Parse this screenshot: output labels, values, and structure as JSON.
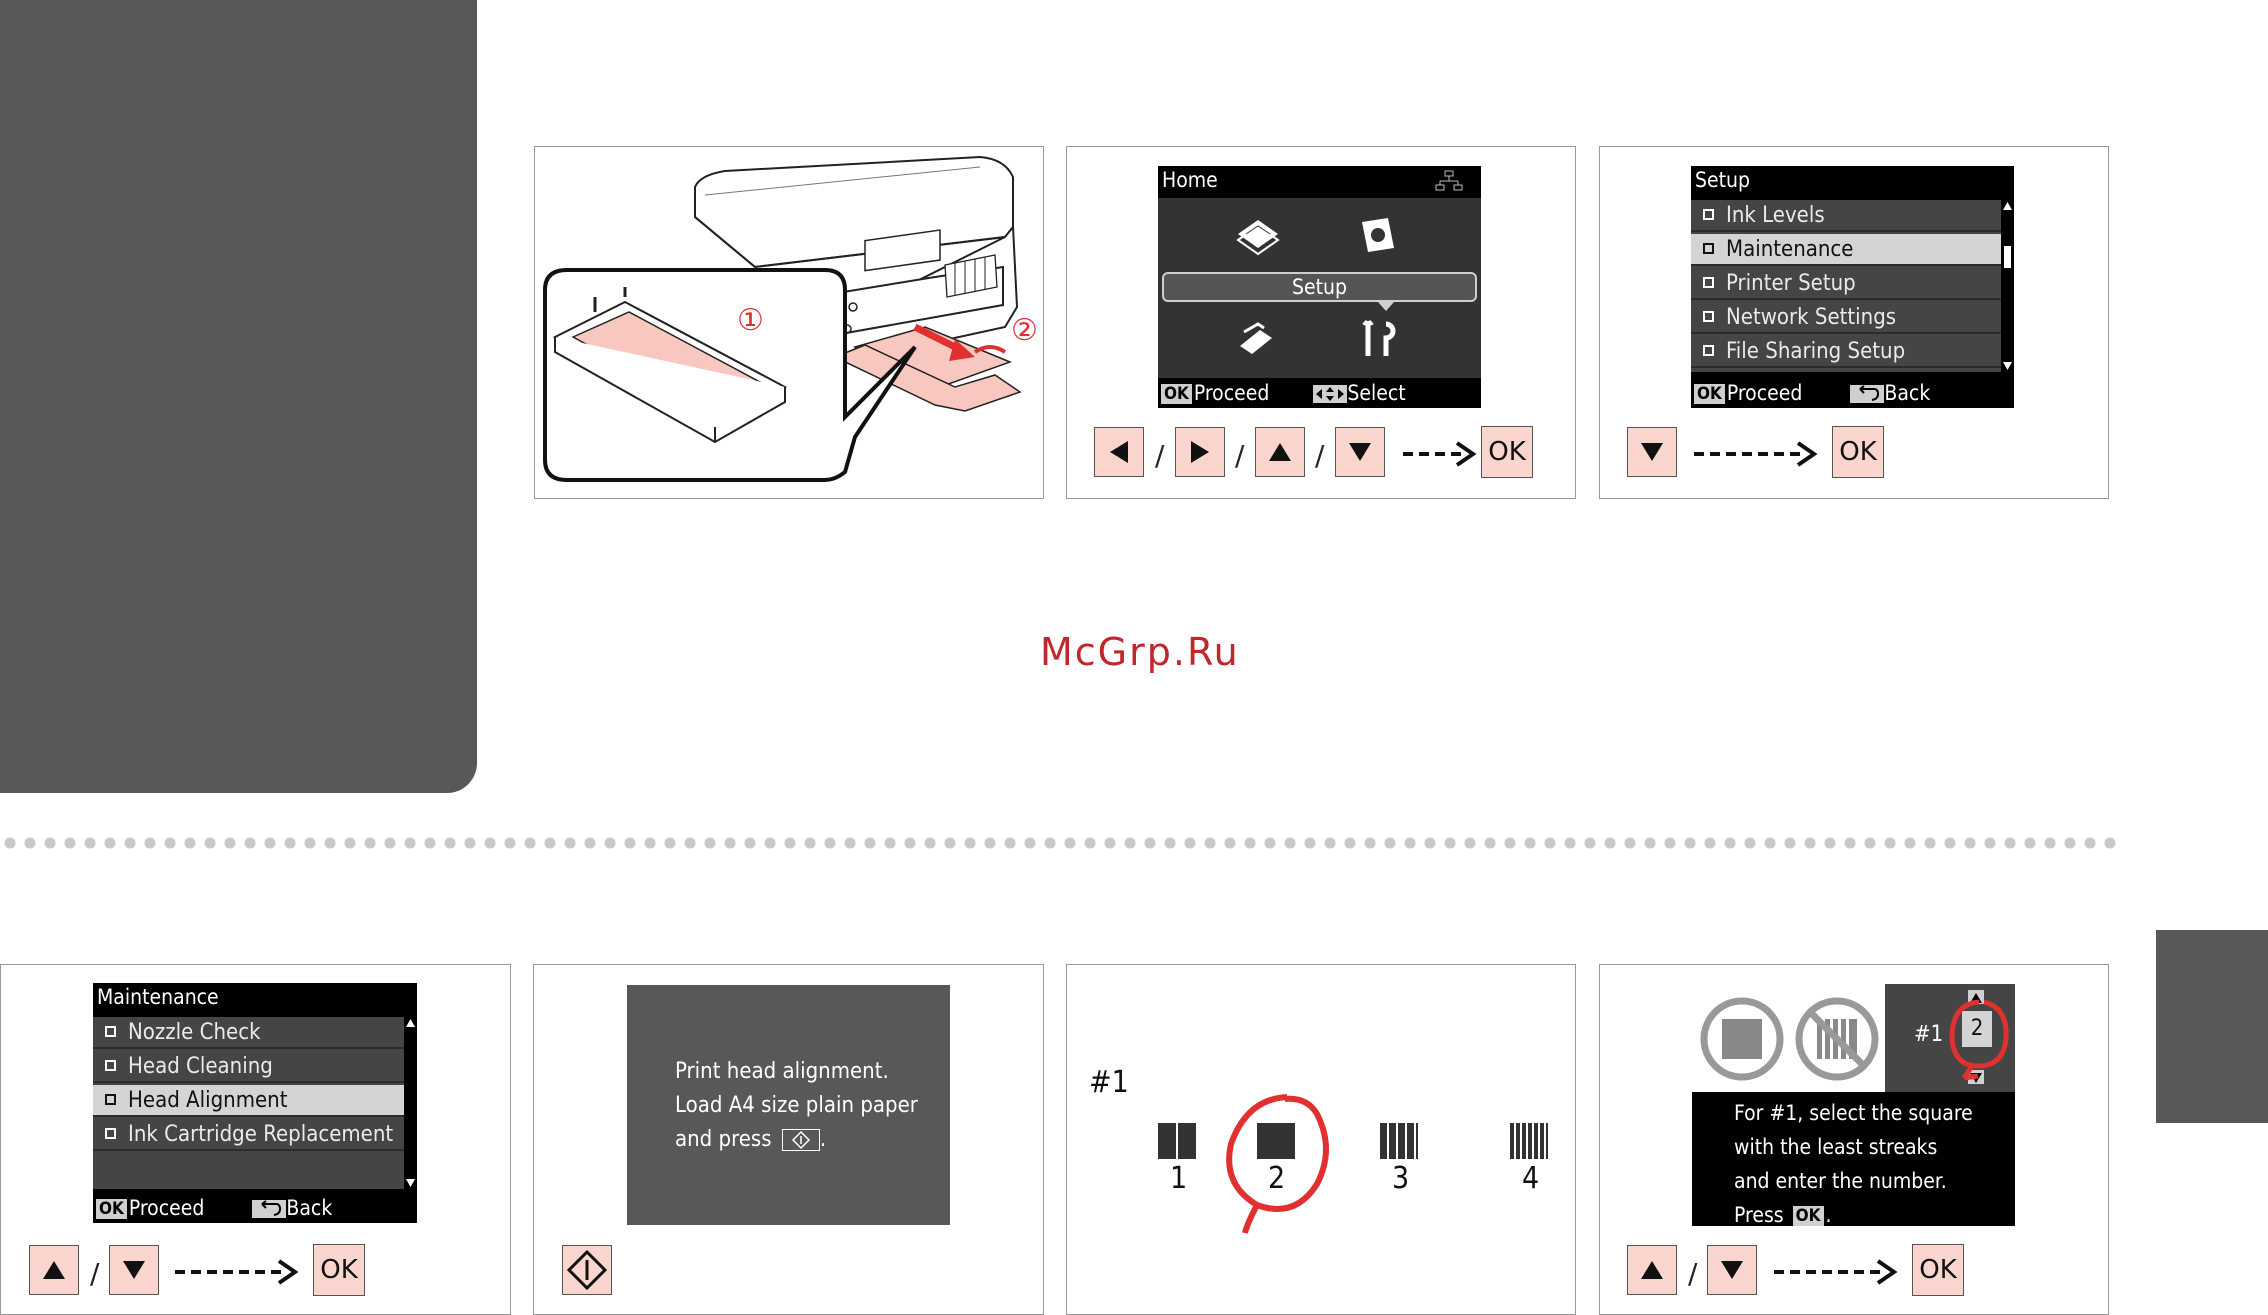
{
  "watermark": "McGrp.Ru",
  "callouts": {
    "one": "①",
    "two": "②"
  },
  "home_screen": {
    "title": "Home",
    "selected": "Setup",
    "footer_proceed": "Proceed",
    "footer_select": "Select",
    "ok": "OK"
  },
  "setup_screen": {
    "title": "Setup",
    "items": [
      "Ink Levels",
      "Maintenance",
      "Printer Setup",
      "Network Settings",
      "File Sharing Setup"
    ],
    "selected_index": 1,
    "footer_proceed": "Proceed",
    "footer_back": "Back",
    "ok": "OK"
  },
  "maintenance_screen": {
    "title": "Maintenance",
    "items": [
      "Nozzle Check",
      "Head Cleaning",
      "Head Alignment",
      "Ink Cartridge Replacement"
    ],
    "selected_index": 2,
    "footer_proceed": "Proceed",
    "footer_back": "Back",
    "ok": "OK"
  },
  "message_screen": {
    "line1": "Print head alignment.",
    "line2": "Load A4 size plain paper",
    "line3": "and press",
    "line3_end": "."
  },
  "pattern": {
    "label": "#1",
    "numbers": [
      "1",
      "2",
      "3",
      "4"
    ],
    "circled": "2"
  },
  "select_screen": {
    "pattern_label": "#1",
    "value": "2",
    "line1": "For #1, select the square",
    "line2": "with the least streaks",
    "line3": "and enter the number.",
    "line4_prefix": "Press",
    "line4_ok": "OK",
    "line4_end": "."
  },
  "buttons": {
    "ok": "OK",
    "slash": "/"
  },
  "colors": {
    "sidebar": "#58585a",
    "key_fill": "#f9d5ce",
    "accent_red": "#e03030",
    "panel_border": "#9a9a9a"
  }
}
